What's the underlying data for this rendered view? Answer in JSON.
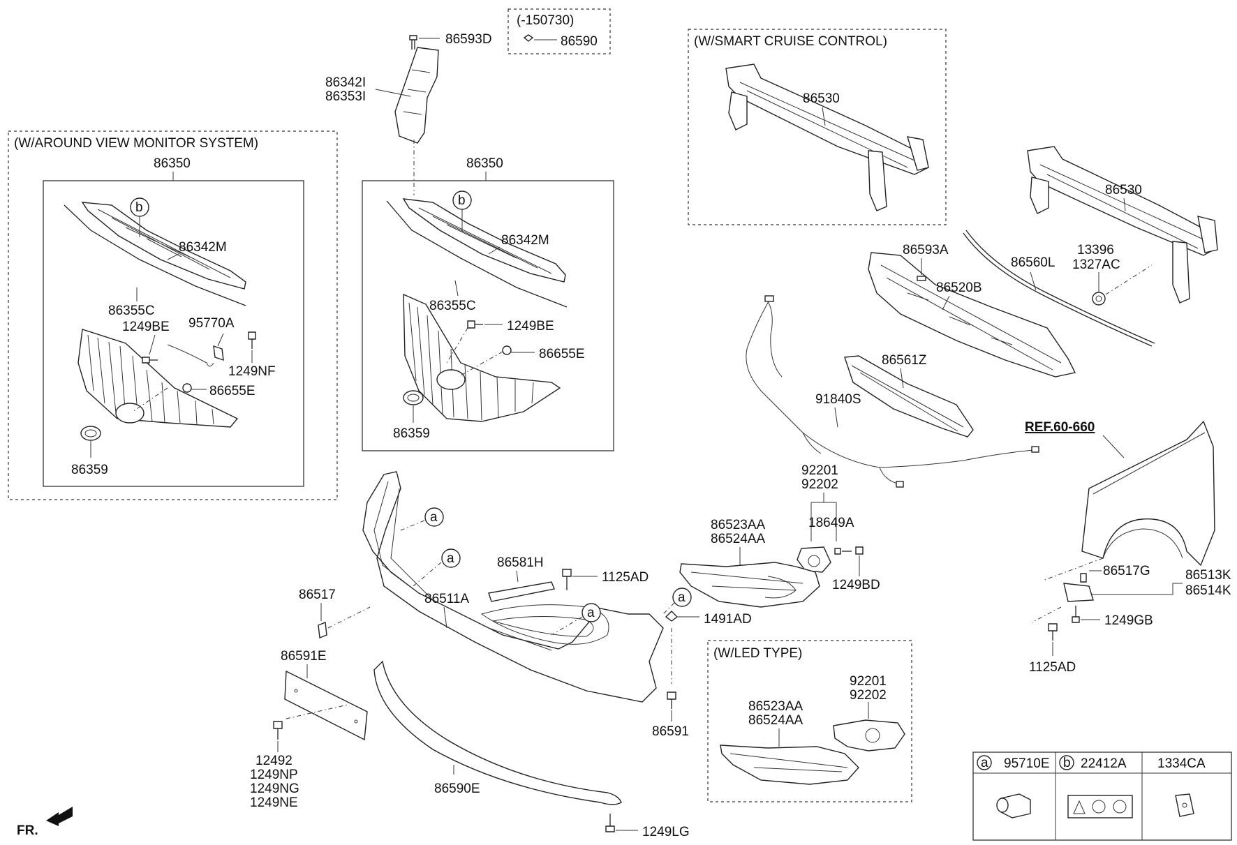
{
  "boxes": {
    "around_view": "(W/AROUND VIEW MONITOR SYSTEM)",
    "date_code": "(-150730)",
    "smart_cruise": "(W/SMART CRUISE CONTROL)",
    "led_type": "(W/LED TYPE)"
  },
  "parts": {
    "p86593D": "86593D",
    "p86590": "86590",
    "p86342I": "86342I",
    "p86353I": "86353I",
    "p86350_left": "86350",
    "p86350_mid": "86350",
    "p86342M_left": "86342M",
    "p86342M_mid": "86342M",
    "p86355C_left": "86355C",
    "p86355C_mid": "86355C",
    "p1249BE_left": "1249BE",
    "p1249BE_mid": "1249BE",
    "p95770A": "95770A",
    "p1249NF": "1249NF",
    "p86655E_left": "86655E",
    "p86655E_mid": "86655E",
    "p86359_left": "86359",
    "p86359_mid": "86359",
    "p86530_box": "86530",
    "p86530": "86530",
    "p13396": "13396",
    "p1327AC": "1327AC",
    "p86593A": "86593A",
    "p86520B": "86520B",
    "p86560L": "86560L",
    "p86561Z": "86561Z",
    "p91840S": "91840S",
    "pREF": "REF.60-660",
    "p92201": "92201",
    "p92202": "92202",
    "p18649A": "18649A",
    "p1249BD": "1249BD",
    "p86523AA": "86523AA",
    "p86524AA": "86524AA",
    "p86517G": "86517G",
    "p86513K": "86513K",
    "p86514K": "86514K",
    "p1249GB": "1249GB",
    "p1125AD_right": "1125AD",
    "p86581H": "86581H",
    "p1125AD_mid": "1125AD",
    "p86517": "86517",
    "p86511A": "86511A",
    "p1491AD": "1491AD",
    "p86591E": "86591E",
    "p86591": "86591",
    "p12492": "12492",
    "p1249NP": "1249NP",
    "p1249NG": "1249NG",
    "p1249NE": "1249NE",
    "p86590E": "86590E",
    "p1249LG": "1249LG",
    "p92201_led": "92201",
    "p92202_led": "92202",
    "p86523AA_led": "86523AA",
    "p86524AA_led": "86524AA",
    "fr": "FR."
  },
  "callouts": {
    "a": "a",
    "b": "b"
  },
  "legend": {
    "a_code": "95710E",
    "b_code": "22412A",
    "c_code": "1334CA",
    "a_letter": "a",
    "b_letter": "b"
  }
}
